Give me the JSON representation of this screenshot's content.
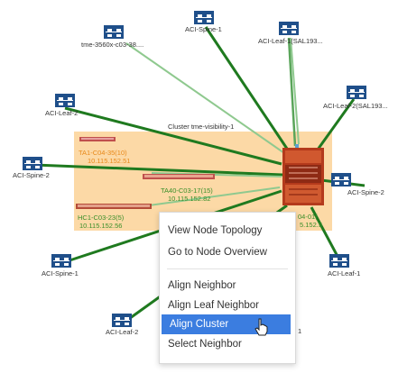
{
  "nodes": [
    {
      "id": "n1",
      "label": "tme-3560x-c03-38...."
    },
    {
      "id": "n2",
      "label": "ACI-Spine-1"
    },
    {
      "id": "n3",
      "label": "ACI-Leaf-1(SAL193..."
    },
    {
      "id": "n4",
      "label": "ACI-Leaf-2"
    },
    {
      "id": "n5",
      "label": "ACI-Leaf-2(SAL193..."
    },
    {
      "id": "n6",
      "label": "ACI-Spine-2"
    },
    {
      "id": "n7",
      "label": "ACI-Spine-2"
    },
    {
      "id": "n8",
      "label": "ACI-Spine-1"
    },
    {
      "id": "n9",
      "label": "ACI-Leaf-1"
    },
    {
      "id": "n10",
      "label": "ACI-Leaf-2"
    }
  ],
  "cluster": {
    "title": "Cluster tme-visibility-1",
    "members": [
      {
        "name": "TA1-C04-35(10)",
        "ip": "10.115.152.51",
        "color": "orange"
      },
      {
        "name": "TA40-C03-17(15)",
        "ip": "10.115.152.82",
        "color": "green"
      },
      {
        "name": "HC1-C03-23(5)",
        "ip": "10.115.152.56",
        "color": "green"
      }
    ],
    "hidden_label_fragment": "04-01(",
    "hidden_ip_fragment": "5.152.5",
    "trailing_fragment": "1"
  },
  "context_menu": {
    "items": [
      {
        "label": "View Node Topology"
      },
      {
        "label": "Go to Node Overview"
      },
      {
        "label": "Align Neighbor"
      },
      {
        "label": "Align Leaf Neighbor"
      },
      {
        "label": "Align Cluster",
        "selected": true
      },
      {
        "label": "Select Neighbor"
      }
    ]
  },
  "colors": {
    "link_thick": "#1f7a1f",
    "link_thin": "#8fc98f",
    "cluster_bg": "#fcd9a6",
    "node_icon": "#1f4f8a",
    "menu_highlight": "#3b7de0"
  }
}
